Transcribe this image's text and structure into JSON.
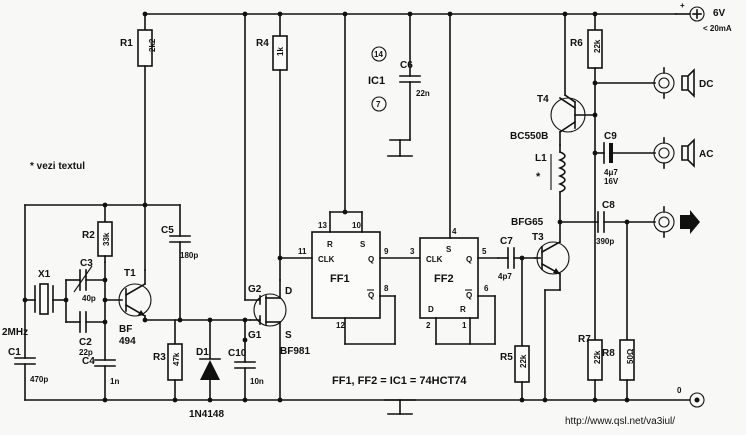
{
  "power": {
    "supply": "6V",
    "current": "< 20mA",
    "plus": "+"
  },
  "note": "* vezi textul",
  "crystal": {
    "ref": "X1",
    "freq": "2MHz"
  },
  "resistors": {
    "R1": {
      "ref": "R1",
      "value": "2k2"
    },
    "R2": {
      "ref": "R2",
      "value": "33k"
    },
    "R3": {
      "ref": "R3",
      "value": "47k"
    },
    "R4": {
      "ref": "R4",
      "value": "1k"
    },
    "R5": {
      "ref": "R5",
      "value": "22k"
    },
    "R6": {
      "ref": "R6",
      "value": "22k"
    },
    "R7": {
      "ref": "R7",
      "value": "22k"
    },
    "R8": {
      "ref": "R8",
      "value": "50Ω"
    }
  },
  "capacitors": {
    "C1": {
      "ref": "C1",
      "value": "470p"
    },
    "C2": {
      "ref": "C2",
      "value": "22p"
    },
    "C3": {
      "ref": "C3",
      "value": "40p"
    },
    "C4": {
      "ref": "C4",
      "value": "1n"
    },
    "C5": {
      "ref": "C5",
      "value": "180p"
    },
    "C6": {
      "ref": "C6",
      "value": "22n"
    },
    "C7": {
      "ref": "C7",
      "value": "4p7"
    },
    "C8": {
      "ref": "C8",
      "value": "390p"
    },
    "C9": {
      "ref": "C9",
      "value": "4μ7",
      "voltage": "16V"
    },
    "C10": {
      "ref": "C10",
      "value": "10n"
    }
  },
  "transistors": {
    "T1": {
      "ref": "T1",
      "type": "BF",
      "type2": "494"
    },
    "T2": {
      "ref": "BF981",
      "g1": "G1",
      "g2": "G2",
      "d": "D",
      "s": "S"
    },
    "T3": {
      "ref": "T3",
      "type": "BFG65"
    },
    "T4": {
      "ref": "T4",
      "type": "BC550B"
    }
  },
  "diode": {
    "ref": "D1",
    "type": "1N4148"
  },
  "inductor": {
    "ref": "L1",
    "mark": "*"
  },
  "ic": {
    "ref": "IC1",
    "pin_vcc": "14",
    "pin_gnd": "7",
    "ff1": {
      "name": "FF1",
      "r": "R",
      "s": "S",
      "clk": "CLK",
      "q": "Q",
      "qn": "Q",
      "p13": "13",
      "p10": "10",
      "p11": "11",
      "p9": "9",
      "p8": "8",
      "p12": "12"
    },
    "ff2": {
      "name": "FF2",
      "s": "S",
      "clk": "CLK",
      "q": "Q",
      "qn": "Q",
      "d": "D",
      "r": "R",
      "p4": "4",
      "p3": "3",
      "p5": "5",
      "p6": "6",
      "p2": "2",
      "p1": "1"
    },
    "note": "FF1, FF2 = IC1 = 74HCT74"
  },
  "outputs": {
    "dc": "DC",
    "ac": "AC",
    "ground_symbol": "0"
  },
  "watermark": "http://www.qsl.net/va3iul/"
}
